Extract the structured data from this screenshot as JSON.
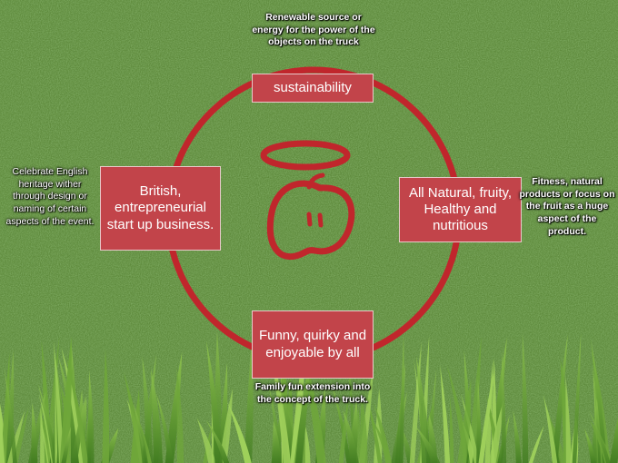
{
  "colors": {
    "accent": "#c2444a",
    "ring": "#c0262c",
    "grass_dark": "#3f6a27",
    "grass_light": "#79a84b"
  },
  "icons": {
    "center": "apple-with-halo-icon"
  },
  "nodes": {
    "top": "sustainability",
    "left": "British, entrepreneurial start up business.",
    "right": "All Natural, fruity, Healthy and nutritious",
    "bottom": "Funny, quirky and enjoyable by all"
  },
  "notes": {
    "top": "Renewable source or energy for the power of the objects on the truck",
    "left": "Celebrate English heritage wither through design or naming of certain aspects of the event.",
    "right": "Fitness, natural products or focus on the fruit as a huge aspect of the product.",
    "bottom": "Family fun extension into the concept of the truck."
  }
}
